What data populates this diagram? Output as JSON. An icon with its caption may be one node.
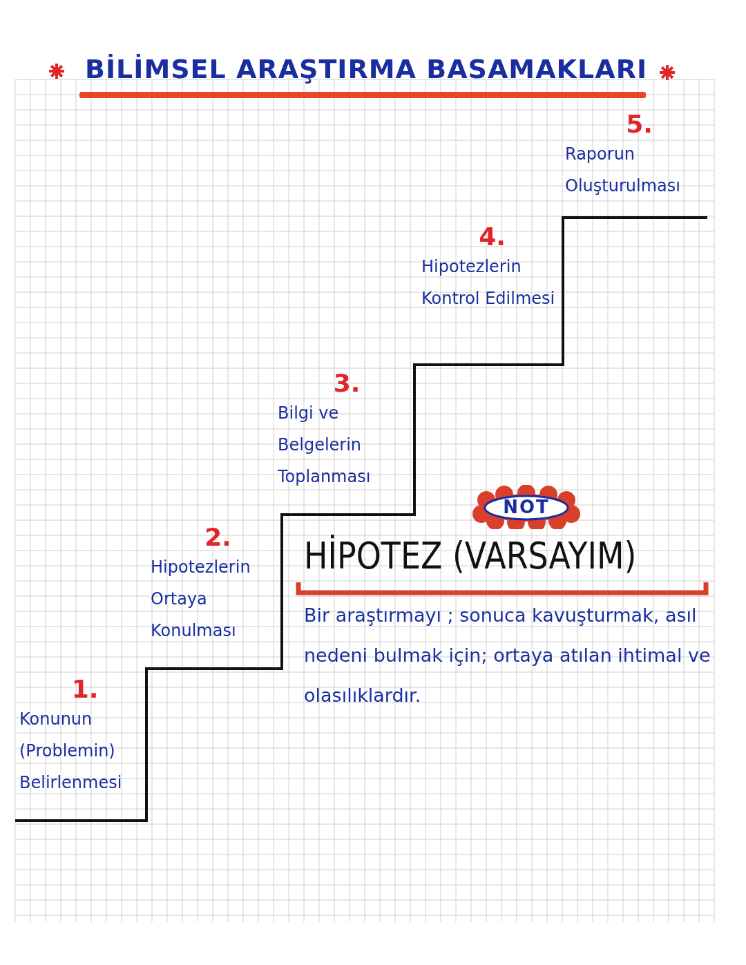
{
  "diagram": {
    "title": "BİLİMSEL ARAŞTIRMA BASAMAKLARI",
    "nodes": [
      {
        "text": [
          "1.",
          "Konunun (Problemin) Belirlenmesi"
        ]
      },
      {
        "text": [
          "2.",
          "Hipotezlerin Ortaya Konulması"
        ]
      },
      {
        "text": [
          "3.",
          "Bilgi ve Belgelerin Toplanması"
        ]
      },
      {
        "text": [
          "4.",
          "Hipotezlerin Kontrol Edilmesi"
        ]
      },
      {
        "text": [
          "5.",
          "Raporun Oluşturulması"
        ]
      },
      {
        "text": [
          "NOT"
        ]
      }
    ],
    "labels": [
      "HİPOTEZ (VARSAYIM)",
      "Bir araştırmayı ; sonuca kavuşturmak, asıl nedeni bulmak için; ortaya atılan ihtimal ve olasılıklardır."
    ]
  }
}
